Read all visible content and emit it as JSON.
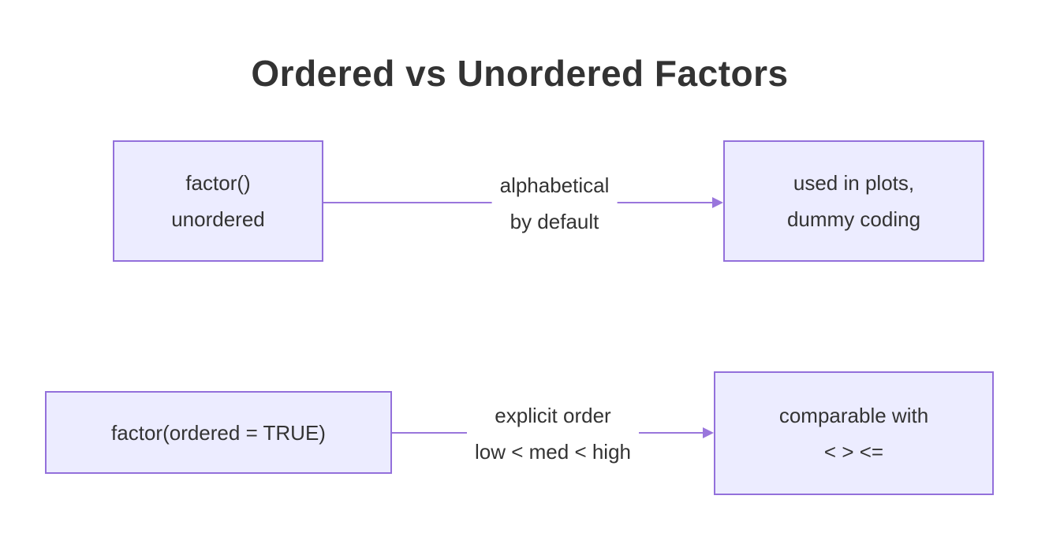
{
  "title": "Ordered vs Unordered Factors",
  "colors": {
    "node_fill": "#ECECFF",
    "node_border": "#9370DB",
    "edge": "#9A76DC",
    "text": "#333333"
  },
  "nodes": {
    "a": {
      "lines": [
        "factor()",
        "unordered"
      ]
    },
    "b": {
      "lines": [
        "used in plots,",
        "dummy coding"
      ]
    },
    "c": {
      "lines": [
        "factor(ordered = TRUE)"
      ]
    },
    "d": {
      "lines": [
        "comparable with",
        "< > <="
      ]
    }
  },
  "edges": {
    "ab": {
      "from": "a",
      "to": "b",
      "label_lines": [
        "alphabetical",
        "by default"
      ]
    },
    "cd": {
      "from": "c",
      "to": "d",
      "label_lines": [
        "explicit order",
        "low < med < high"
      ]
    }
  }
}
